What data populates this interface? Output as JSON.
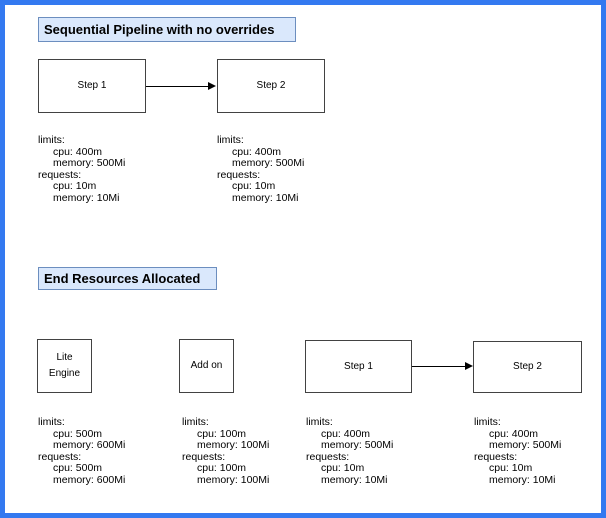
{
  "canvas": {
    "frame_border_color": "#3379F0",
    "title_fill_color": "#dae8fc",
    "title_stroke_color": "#6c8ebf",
    "node_stroke_color": "#424242",
    "background": "#ffffff"
  },
  "sections": [
    {
      "title": "Sequential Pipeline with no overrides",
      "connectors": [
        {
          "from": "Step 1",
          "to": "Step 2"
        }
      ],
      "nodes": [
        {
          "label": "Step 1",
          "resources": {
            "limits_label": "limits:",
            "limits": [
              "cpu: 400m",
              "memory: 500Mi"
            ],
            "requests_label": "requests:",
            "requests": [
              "cpu: 10m",
              "memory: 10Mi"
            ]
          }
        },
        {
          "label": "Step 2",
          "resources": {
            "limits_label": "limits:",
            "limits": [
              "cpu: 400m",
              "memory: 500Mi"
            ],
            "requests_label": "requests:",
            "requests": [
              "cpu: 10m",
              "memory: 10Mi"
            ]
          }
        }
      ]
    },
    {
      "title": "End Resources Allocated",
      "connectors": [
        {
          "from": "Step 1",
          "to": "Step 2"
        }
      ],
      "nodes": [
        {
          "label": "Lite Engine",
          "resources": {
            "limits_label": "limits:",
            "limits": [
              "cpu: 500m",
              "memory: 600Mi"
            ],
            "requests_label": "requests:",
            "requests": [
              "cpu: 500m",
              "memory: 600Mi"
            ]
          }
        },
        {
          "label": "Add on",
          "resources": {
            "limits_label": "limits:",
            "limits": [
              "cpu: 100m",
              "memory: 100Mi"
            ],
            "requests_label": "requests:",
            "requests": [
              "cpu: 100m",
              "memory: 100Mi"
            ]
          }
        },
        {
          "label": "Step 1",
          "resources": {
            "limits_label": "limits:",
            "limits": [
              "cpu: 400m",
              "memory: 500Mi"
            ],
            "requests_label": "requests:",
            "requests": [
              "cpu: 10m",
              "memory: 10Mi"
            ]
          }
        },
        {
          "label": "Step 2",
          "resources": {
            "limits_label": "limits:",
            "limits": [
              "cpu: 400m",
              "memory: 500Mi"
            ],
            "requests_label": "requests:",
            "requests": [
              "cpu: 10m",
              "memory: 10Mi"
            ]
          }
        }
      ]
    }
  ]
}
